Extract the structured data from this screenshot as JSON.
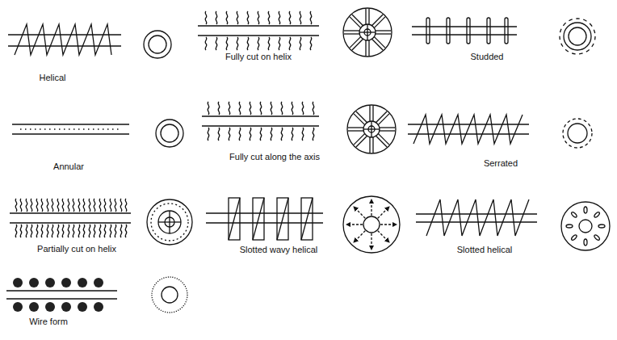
{
  "diagram": {
    "labels": [
      "Helical",
      "Fully cut on helix",
      "Studded",
      "Annular",
      "Fully cut along the axis",
      "Serrated",
      "Partially cut on helix",
      "Slotted wavy helical",
      "Slotted helical",
      "Wire form"
    ]
  }
}
